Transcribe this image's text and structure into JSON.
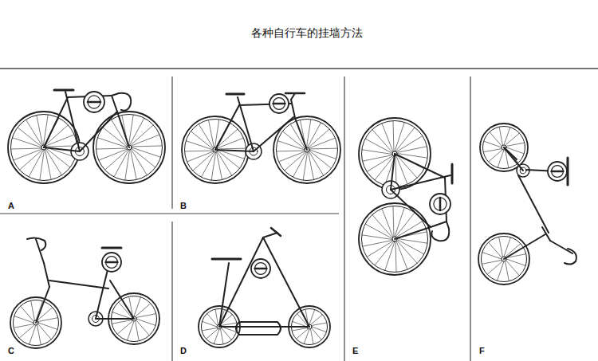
{
  "diagram": {
    "title": "各种自行车的挂墙方法",
    "labels": [
      "A",
      "B",
      "C",
      "D",
      "E",
      "F"
    ]
  }
}
